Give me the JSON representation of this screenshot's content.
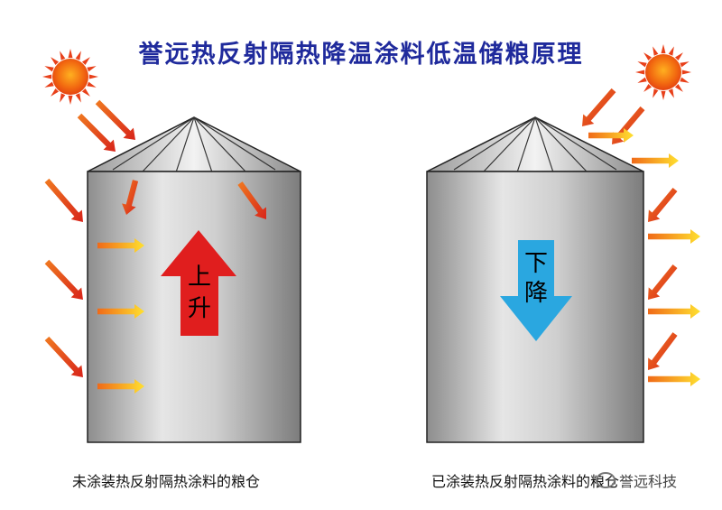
{
  "title": "誉远热反射隔热降温涂料低温储粮原理",
  "left_silo": {
    "caption": "未涂装热反射隔热涂料的粮仓",
    "arrow_label_line1": "上",
    "arrow_label_line2": "升"
  },
  "right_silo": {
    "caption": "已涂装热反射隔热涂料的粮仓",
    "arrow_label_line1": "下",
    "arrow_label_line2": "降"
  },
  "watermark": "誉远科技",
  "colors": {
    "title": "#1f2a9c",
    "sun": "#f04a10",
    "rise_arrow": "#e01e1e",
    "fall_arrow": "#2aa7e0",
    "heat_ray": "#e8401a",
    "reflected_ray": "#f2a020"
  }
}
